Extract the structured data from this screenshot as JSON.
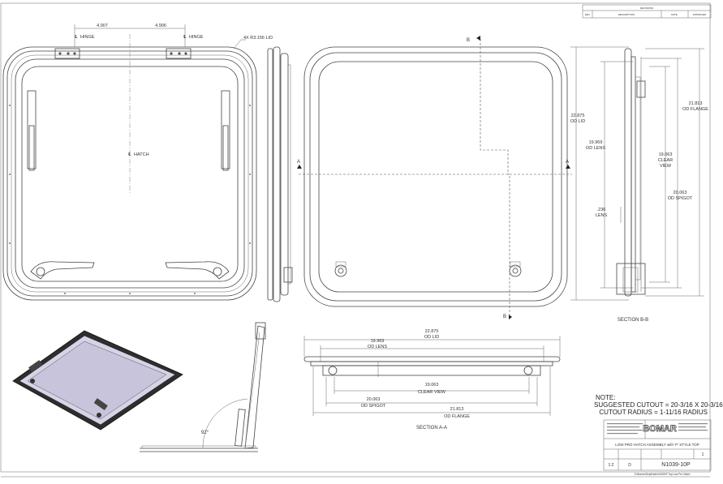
{
  "revision_block": {
    "title": "REVISIONS",
    "headers": [
      "REV",
      "DESCRIPTION",
      "DATE",
      "APPROVED"
    ]
  },
  "front_view": {
    "dim_left": "4.907",
    "dim_right": "4.906",
    "hinge_left": "HINGE",
    "hinge_right": "HINGE",
    "hatch_label": "HATCH",
    "lid_note": "4X R3.156 LID"
  },
  "center_view": {
    "section_mark_b": "B",
    "section_mark_a": "A"
  },
  "section_bb": {
    "od_lid_value": "22.875",
    "od_lid_label": "OD LID",
    "od_lens_value": "19.969",
    "od_lens_label": "OD LENS",
    "lens_value": ".236",
    "lens_label": "LENS",
    "clear_view_value": "19.063",
    "clear_view_label1": "CLEAR",
    "clear_view_label2": "VIEW",
    "od_spigot_value": "20.063",
    "od_spigot_label": "OD SPIGOT",
    "od_flange_value": "21.813",
    "od_flange_label": "OD FLANGE",
    "title": "SECTION B-B"
  },
  "section_aa": {
    "od_lid_value": "22.875",
    "od_lid_label": "OD LID",
    "od_lens_value": "19.969",
    "od_lens_label": "OD LENS",
    "clear_view_value": "19.063",
    "clear_view_label": "CLEAR VIEW",
    "od_spigot_value": "20.063",
    "od_spigot_label": "OD SPIGOT",
    "od_flange_value": "21.813",
    "od_flange_label": "OD FLANGE",
    "title": "SECTION A-A"
  },
  "side_open": {
    "angle": "92°"
  },
  "notes": {
    "heading": "NOTE:",
    "line1": "SUGGESTED CUTOUT = 20-3/16 X 20-3/16",
    "line2": "CUTOUT RADIUS = 1-11/16 RADIUS"
  },
  "title_block": {
    "company": "BOMAR",
    "description": "LOW PRO HATCH ASSEMBLY with 'P' STYLE TOP",
    "drawing_number": "N1039-10P",
    "size": "D",
    "scale": "1:2",
    "revision_no": "1",
    "file_ref": "S:\\Bomar\\Dept\\Hatch\\1050\\P Top Low Pro Hatch",
    "colors": {
      "lens_tint": "#c8c4dc",
      "frame": "#3a3a3a"
    }
  }
}
